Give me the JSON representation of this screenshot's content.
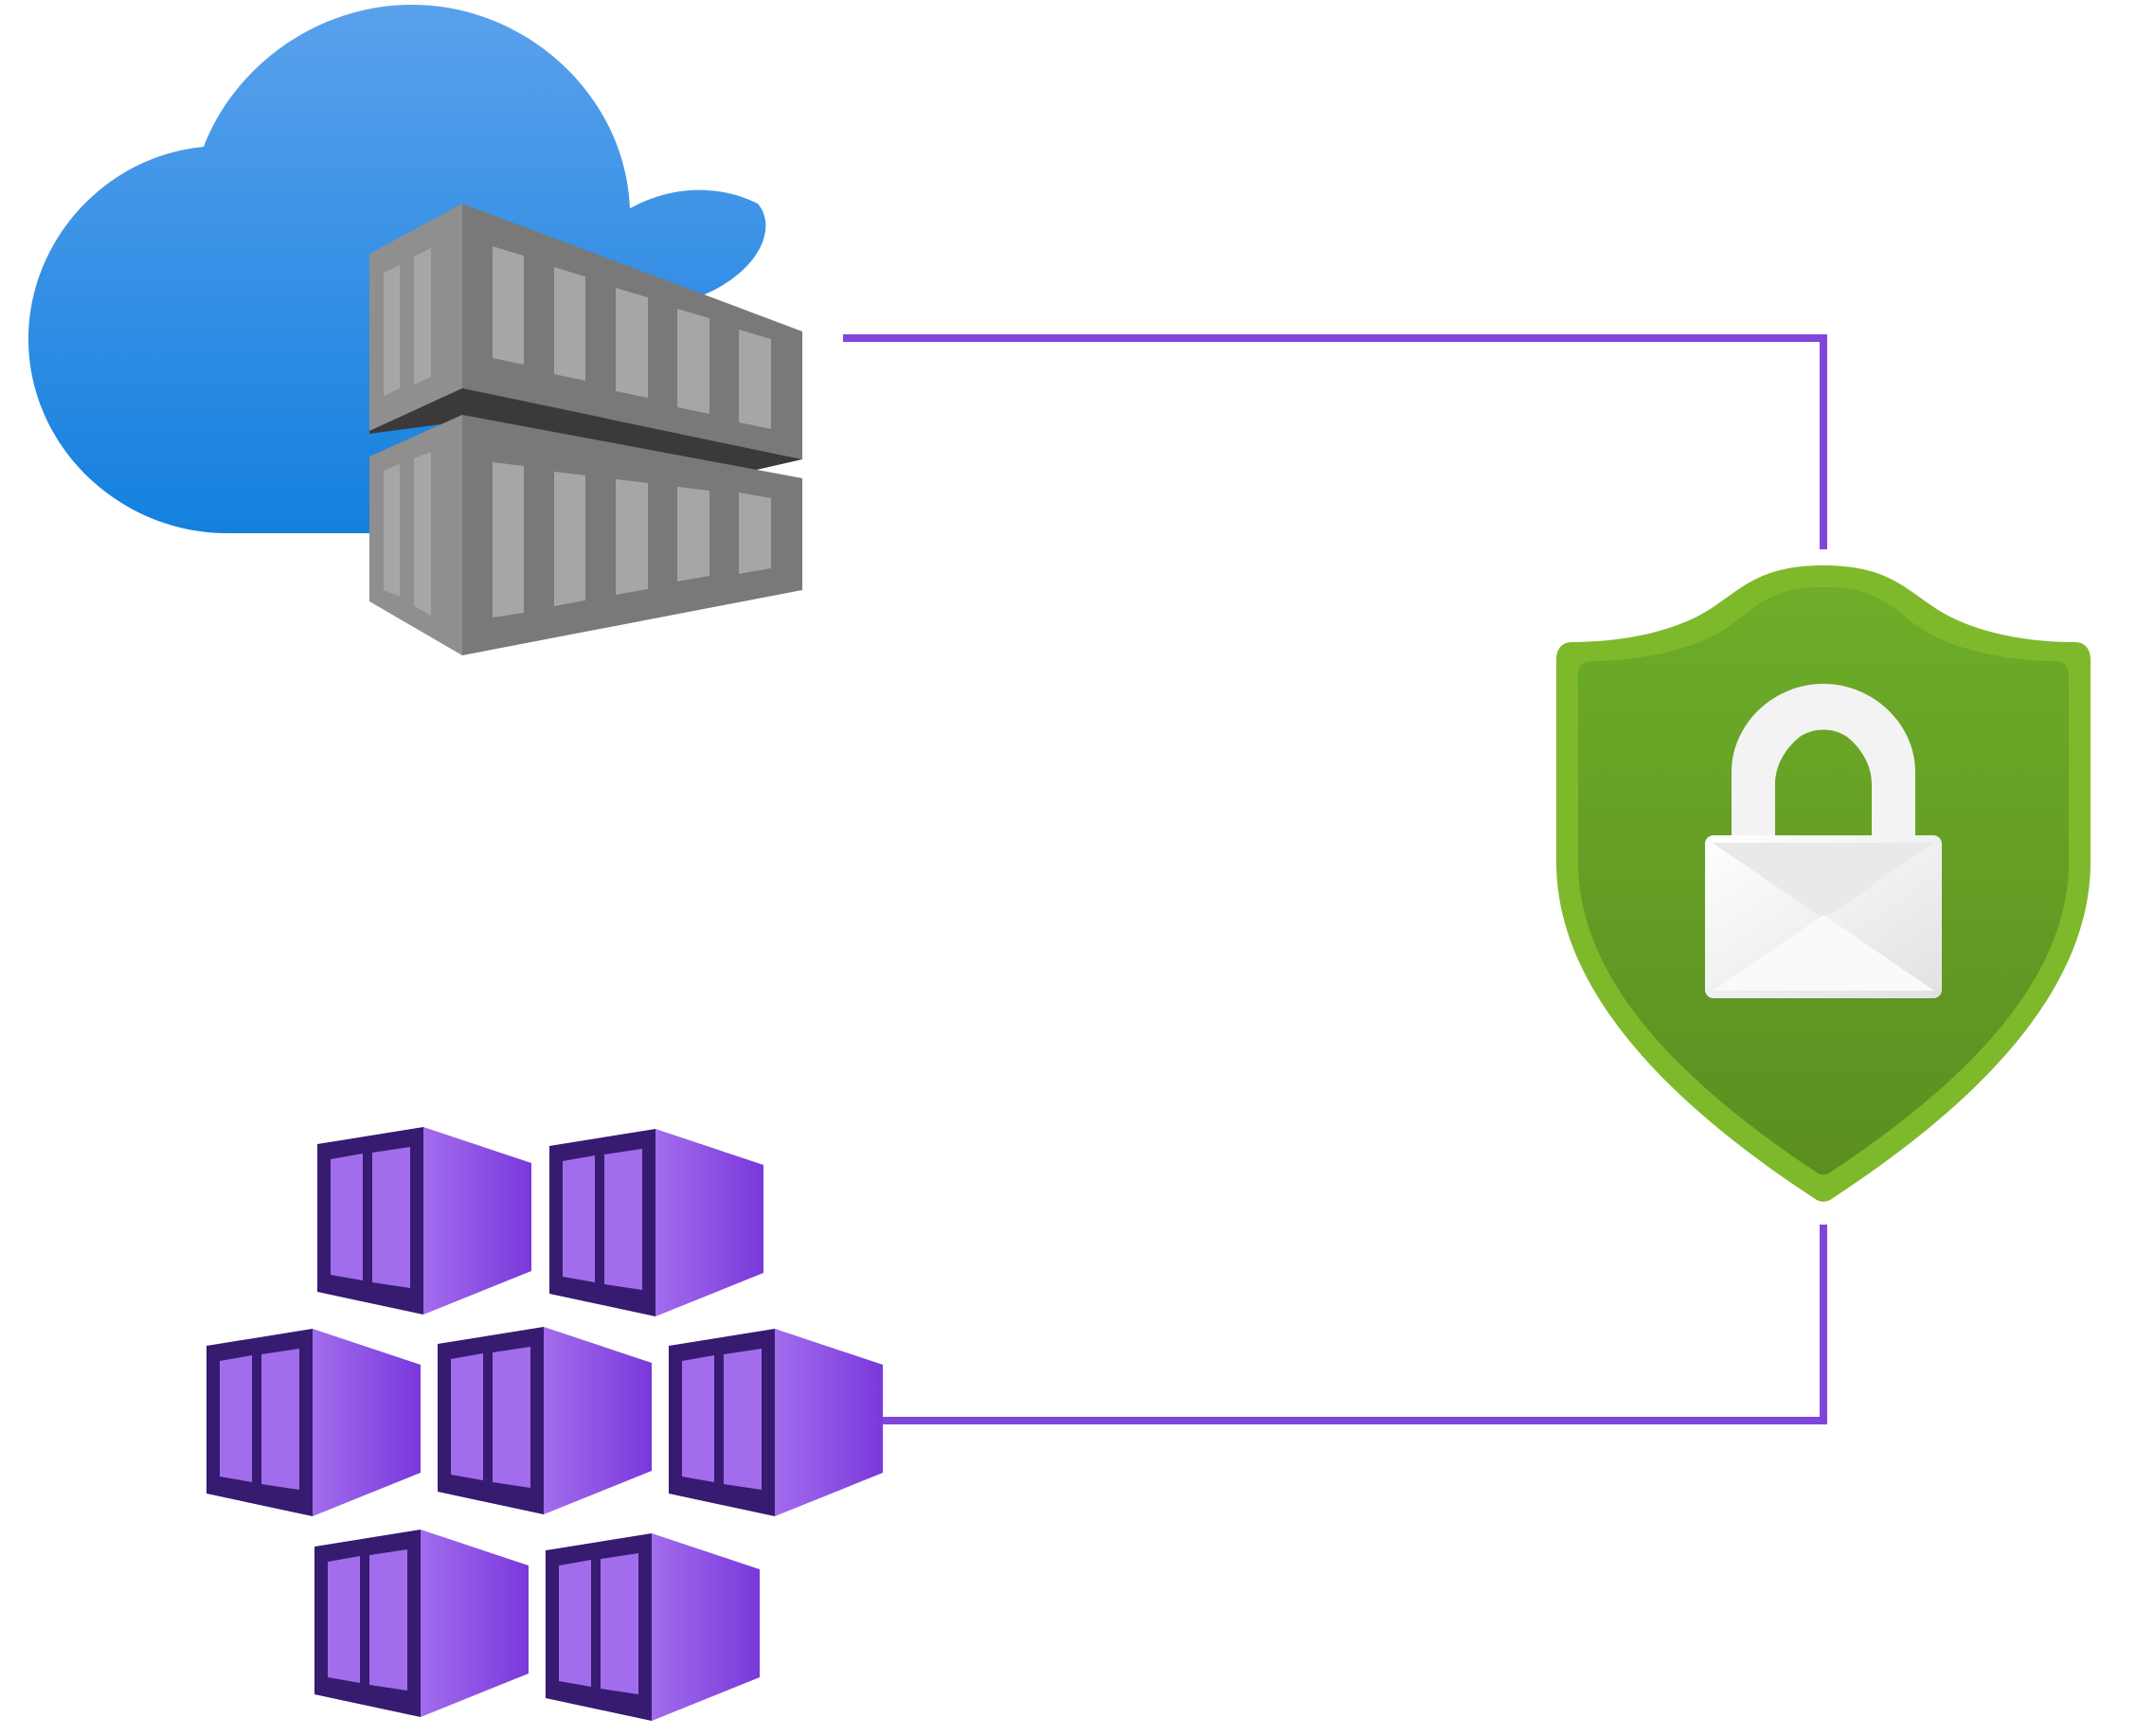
{
  "diagram": {
    "nodes": [
      {
        "id": "registry",
        "icon": "container-registry-icon"
      },
      {
        "id": "private-link",
        "icon": "shield-lock-icon"
      },
      {
        "id": "cluster",
        "icon": "container-cluster-icon"
      }
    ],
    "edges": [
      {
        "from": "registry",
        "to": "private-link"
      },
      {
        "from": "private-link",
        "to": "cluster"
      }
    ]
  },
  "colors": {
    "connector": "#8046DB",
    "cloud_top": "#5AA1EC",
    "cloud_bottom": "#1480DE",
    "registry_box": "#797979",
    "registry_window": "#A6A6A6",
    "shield_outer": "#7DB92B",
    "shield_inner_top": "#6DAD29",
    "shield_inner_bottom": "#5B8E20",
    "lock": "#F3F3F3",
    "cube_front_dark": "#371B70",
    "cube_window": "#A26DED",
    "cube_side_light": "#A26DED",
    "cube_side_dark": "#7A38DB"
  }
}
